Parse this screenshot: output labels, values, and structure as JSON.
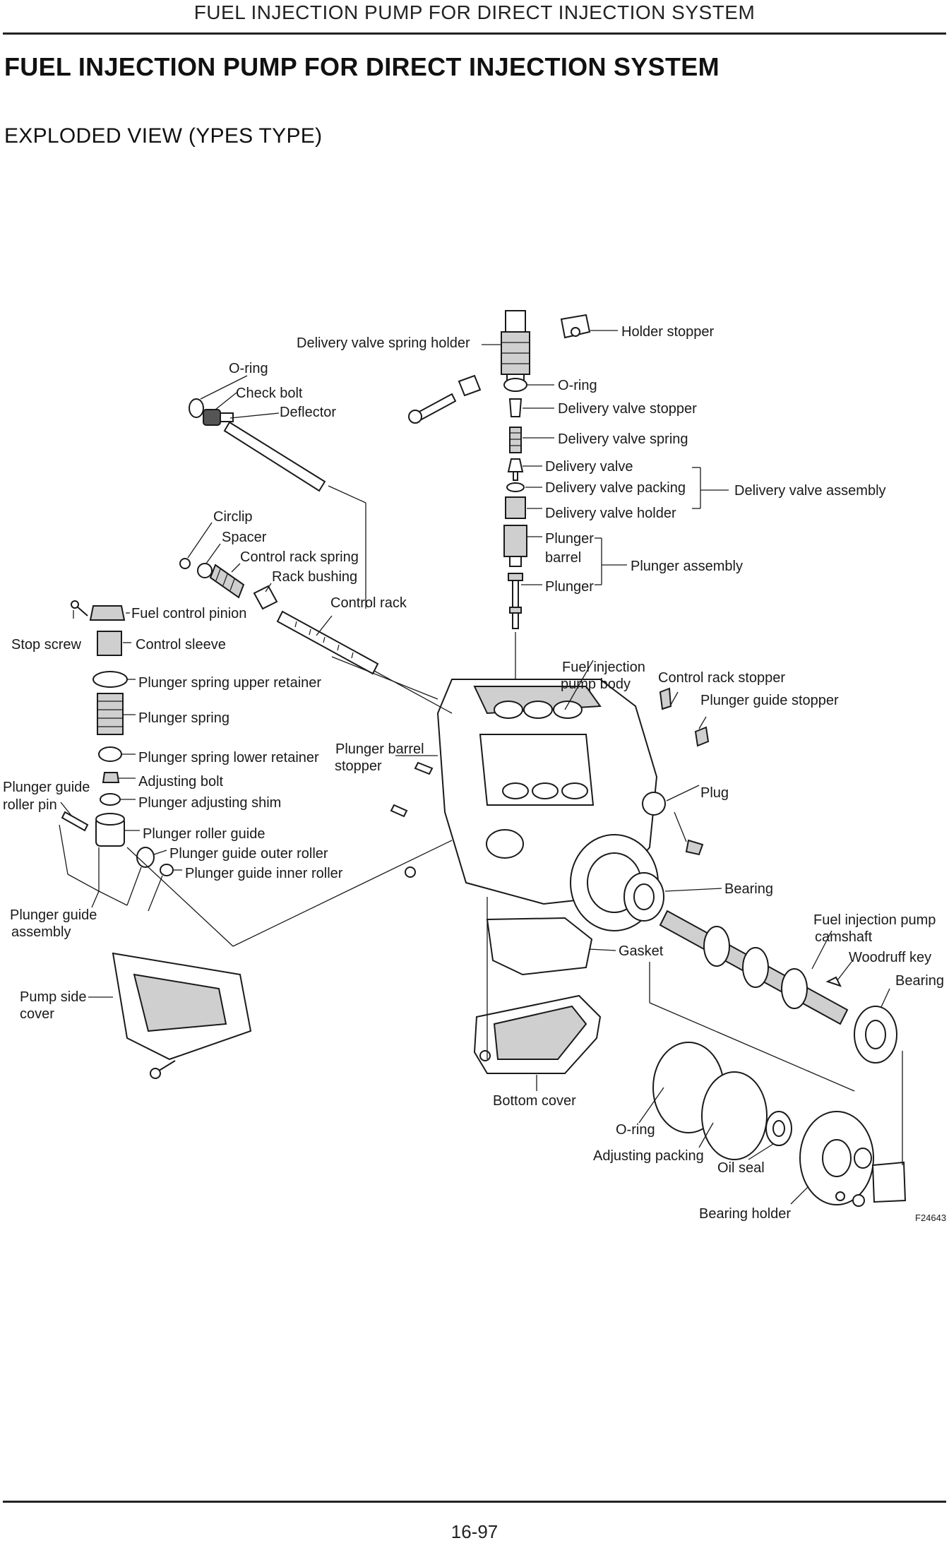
{
  "header": {
    "running_title": "FUEL INJECTION PUMP FOR DIRECT INJECTION SYSTEM"
  },
  "page": {
    "title": "FUEL INJECTION PUMP FOR DIRECT INJECTION SYSTEM",
    "subtitle": "EXPLODED VIEW (YPES TYPE)",
    "page_number": "16-97"
  },
  "diagram": {
    "figure_code": "F24643",
    "labels": {
      "delivery_valve_spring_holder": "Delivery valve spring holder",
      "holder_stopper": "Holder stopper",
      "o_ring_top": "O-ring",
      "o_ring_left": "O-ring",
      "check_bolt": "Check bolt",
      "deflector": "Deflector",
      "delivery_valve_stopper": "Delivery valve stopper",
      "delivery_valve_spring": "Delivery valve spring",
      "delivery_valve": "Delivery  valve",
      "delivery_valve_packing": "Delivery valve packing",
      "delivery_valve_assembly": "Delivery valve assembly",
      "delivery_valve_holder": "Delivery valve holder",
      "circlip": "Circlip",
      "spacer": "Spacer",
      "control_rack_spring": "Control rack spring",
      "rack_bushing": "Rack bushing",
      "plunger_barrel_1": "Plunger",
      "plunger_barrel_2": "barrel",
      "plunger_assembly": "Plunger assembly",
      "plunger": "Plunger",
      "fuel_control_pinion": "Fuel control pinion",
      "control_rack": "Control rack",
      "stop_screw": "Stop screw",
      "control_sleeve": "Control sleeve",
      "fuel_injection_pump_body_1": "Fuel injection",
      "fuel_injection_pump_body_2": "pump body",
      "control_rack_stopper": "Control rack stopper",
      "plunger_spring_upper_retainer": "Plunger spring upper retainer",
      "plunger_guide_stopper": "Plunger guide stopper",
      "plunger_spring": "Plunger spring",
      "plunger_barrel_stopper_1": "Plunger barrel",
      "plunger_barrel_stopper_2": "stopper",
      "plunger_spring_lower_retainer": "Plunger spring lower retainer",
      "adjusting_bolt": "Adjusting bolt",
      "plunger_guide_roller_pin_1": "Plunger guide",
      "plunger_guide_roller_pin_2": "roller pin",
      "plug": "Plug",
      "plunger_adjusting_shim": "Plunger adjusting shim",
      "plunger_roller_guide": "Plunger roller guide",
      "plunger_guide_outer_roller": "Plunger guide outer roller",
      "plunger_guide_inner_roller": "Plunger guide inner roller",
      "bearing_1": "Bearing",
      "plunger_guide_assembly_1": "Plunger guide",
      "plunger_guide_assembly_2": "assembly",
      "fuel_injection_pump_camshaft_1": "Fuel injection pump",
      "fuel_injection_pump_camshaft_2": "camshaft",
      "gasket": "Gasket",
      "woodruff_key": "Woodruff key",
      "bearing_2": "Bearing",
      "pump_side_cover_1": "Pump side",
      "pump_side_cover_2": "cover",
      "bottom_cover": "Bottom cover",
      "o_ring_bottom": "O-ring",
      "adjusting_packing": "Adjusting packing",
      "oil_seal": "Oil seal",
      "bearing_holder": "Bearing holder"
    }
  }
}
